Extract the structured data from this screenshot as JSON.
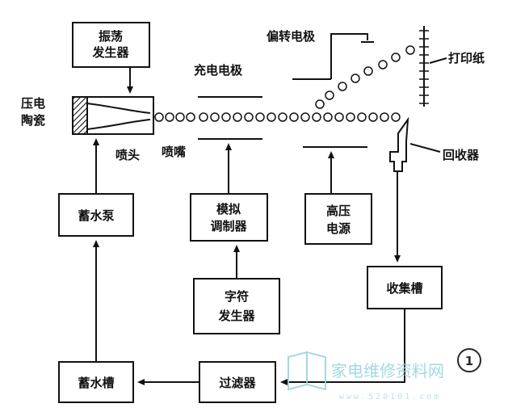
{
  "boxes": {
    "oscillator": [
      "振荡",
      "发生器"
    ],
    "pump": "蓄水泵",
    "modulator": [
      "模拟",
      "调制器"
    ],
    "hv_source": [
      "高压",
      "电源"
    ],
    "char_gen": [
      "字符",
      "发生器"
    ],
    "collector_tank": "收集槽",
    "filter": "过滤器",
    "reservoir": "蓄水槽"
  },
  "labels": {
    "piezo": [
      "压电",
      "陶瓷"
    ],
    "nozzle_head": "喷头",
    "nozzle_tip": "喷嘴",
    "charge_electrode": "充电电极",
    "deflect_electrode": "偏转电极",
    "paper": "打印纸",
    "recycler": "回收器"
  },
  "watermark": {
    "text": "家电维修资料网",
    "url": "www.520101.com",
    "badge": "1"
  }
}
